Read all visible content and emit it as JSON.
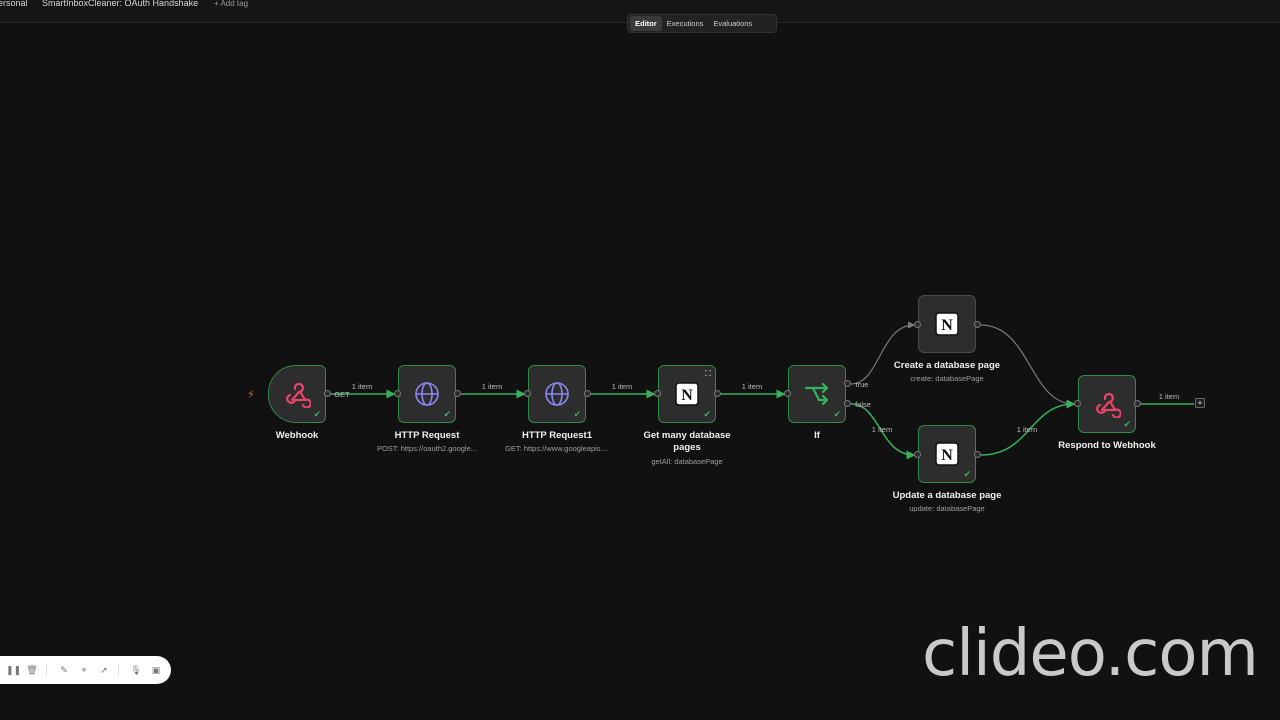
{
  "header": {
    "owner": "ersonal",
    "workflow_name": "SmartInboxCleaner: OAuth Handshake",
    "add_tag": "+ Add tag"
  },
  "tabs": [
    {
      "label": "Editor",
      "active": true
    },
    {
      "label": "Executions",
      "active": false
    },
    {
      "label": "Evaluations",
      "active": false
    }
  ],
  "nodes": {
    "webhook": {
      "title": "Webhook",
      "icon": "webhook-icon",
      "trigger_icon": "⚡"
    },
    "http1": {
      "title": "HTTP Request",
      "subtitle": "POST: https://oauth2.google...",
      "icon": "globe-icon"
    },
    "http2": {
      "title": "HTTP Request1",
      "subtitle": "GET: https://www.googleapis....",
      "icon": "globe-icon"
    },
    "getmany": {
      "title": "Get many database pages",
      "subtitle": "getAll: databasePage",
      "icon": "notion-icon"
    },
    "if": {
      "title": "If",
      "icon": "branch-icon",
      "true_label": "true",
      "false_label": "false"
    },
    "create": {
      "title": "Create a database page",
      "subtitle": "create: databasePage",
      "icon": "notion-icon"
    },
    "update": {
      "title": "Update a database page",
      "subtitle": "update: databasePage",
      "icon": "notion-icon"
    },
    "respond": {
      "title": "Respond to Webhook",
      "icon": "webhook-icon"
    }
  },
  "connections": {
    "webhook_http1": "1 item",
    "webhook_method": "GET",
    "http1_http2": "1 item",
    "http2_getmany": "1 item",
    "getmany_if": "1 item",
    "if_update": "1 item",
    "update_respond": "1 item",
    "respond_out": "1 item"
  },
  "toolbar": {
    "icons": [
      "pause-icon",
      "trash-icon",
      "pen-icon",
      "crosshair-icon",
      "pointer-icon",
      "mic-icon",
      "camera-icon"
    ]
  },
  "watermark": "clideo.com",
  "colors": {
    "canvas": "#111111",
    "success": "#35b35a",
    "wire": "#35b35a",
    "webhook": "#e8456b",
    "globe": "#8a87f0",
    "trigger": "#e0702a"
  }
}
